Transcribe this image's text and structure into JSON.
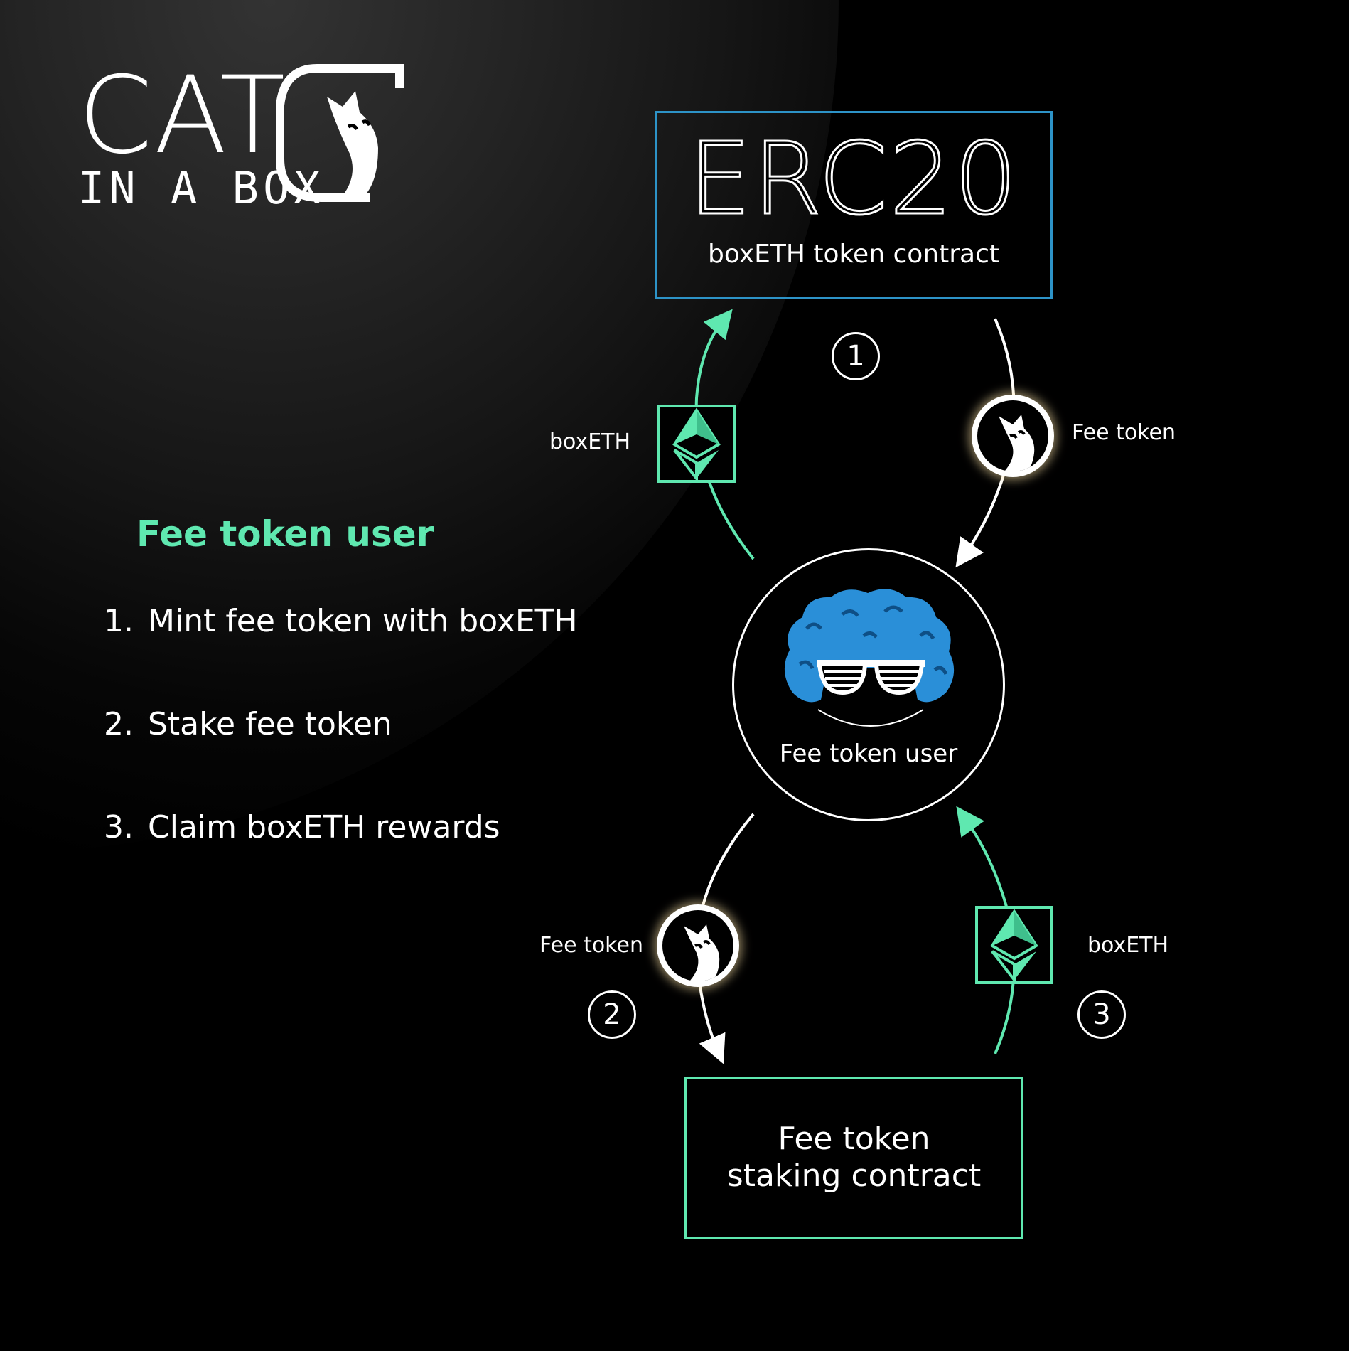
{
  "logo": {
    "line1": "CAT",
    "line2": "IN A BOX"
  },
  "erc20": {
    "title": "ERC20",
    "subtitle": "boxETH token contract"
  },
  "user": {
    "label": "Fee token user"
  },
  "staking": {
    "line1": "Fee token",
    "line2": "staking contract"
  },
  "flow": {
    "step1": {
      "number": "1",
      "out_label": "boxETH",
      "in_label": "Fee token"
    },
    "step2": {
      "number": "2",
      "label": "Fee token"
    },
    "step3": {
      "number": "3",
      "label": "boxETH"
    }
  },
  "sidebar": {
    "title": "Fee token user",
    "steps": [
      {
        "num": "1.",
        "text": "Mint fee token with boxETH"
      },
      {
        "num": "2.",
        "text": "Stake fee token"
      },
      {
        "num": "3.",
        "text": "Claim boxETH rewards"
      }
    ]
  },
  "colors": {
    "accent_green": "#5fe8b0",
    "accent_blue": "#2d93c7",
    "avatar_blue": "#2a8fd8",
    "background": "#000000"
  },
  "icons": [
    "cat-logo-icon",
    "fee-token-icon",
    "eth-icon",
    "avatar-icon"
  ]
}
